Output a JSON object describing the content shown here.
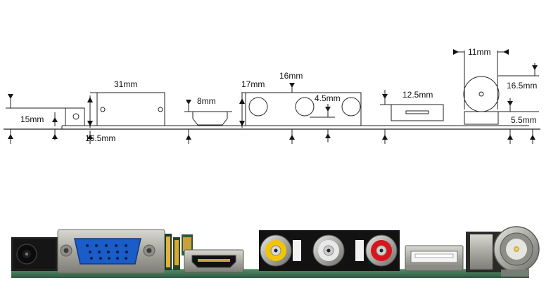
{
  "labels": {
    "dc_offset": "15mm",
    "baseline_length": "16.5mm",
    "vga_width": "31mm",
    "hdmi_height": "8mm",
    "rca_height": "17mm",
    "rca_pitch": "16mm",
    "rca_gap": "4.5mm",
    "usb_width": "12.5mm",
    "bnc_width": "11mm",
    "bnc_height": "16.5mm",
    "bnc_base": "5.5mm"
  },
  "colors": {
    "line": "#222222",
    "pcb": "#3a6d4f",
    "vga_blue": "#1a5cc8",
    "vga_metal": "#a9a9a0",
    "rca_yellow": "#f2c500",
    "rca_white": "#e8e8e8",
    "rca_red": "#d8141e",
    "bnc_metal": "#b9b9b4",
    "housing_black": "#141414"
  },
  "icons": [
    "dc-jack-icon",
    "vga-port-icon",
    "hdmi-port-icon",
    "rca-yellow-icon",
    "rca-white-icon",
    "rca-red-icon",
    "usb-port-icon",
    "bnc-connector-icon"
  ]
}
